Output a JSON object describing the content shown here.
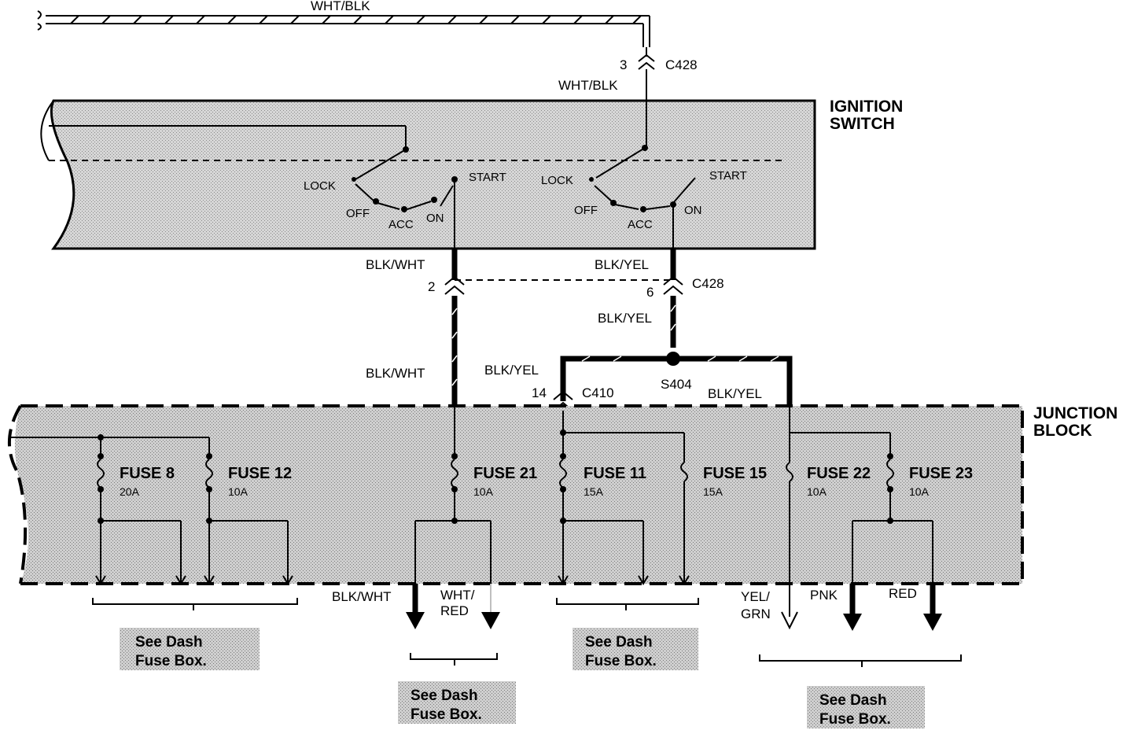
{
  "wires": {
    "top_wht_blk": "WHT/BLK",
    "c428_wht_blk": "WHT/BLK",
    "blk_wht_upper": "BLK/WHT",
    "blk_yel_upper": "BLK/YEL",
    "blk_yel_mid": "BLK/YEL",
    "blk_wht_lower": "BLK/WHT",
    "blk_yel_left": "BLK/YEL",
    "blk_yel_right": "BLK/YEL",
    "out_blk_wht": "BLK/WHT",
    "out_wht_red_1": "WHT/",
    "out_wht_red_2": "RED",
    "out_yel_grn_1": "YEL/",
    "out_yel_grn_2": "GRN",
    "out_pnk": "PNK",
    "out_red": "RED"
  },
  "connectors": {
    "c428_top": "C428",
    "c428_top_pin": "3",
    "c428_bottom": "C428",
    "c428_pin_2": "2",
    "c428_pin_6": "6",
    "c410": "C410",
    "c410_pin": "14",
    "s404": "S404"
  },
  "ignition_switch": {
    "title_1": "IGNITION",
    "title_2": "SWITCH",
    "left": {
      "lock": "LOCK",
      "off": "OFF",
      "acc": "ACC",
      "on": "ON",
      "start": "START"
    },
    "right": {
      "lock": "LOCK",
      "off": "OFF",
      "acc": "ACC",
      "on": "ON",
      "start": "START"
    }
  },
  "junction_block": {
    "title_1": "JUNCTION",
    "title_2": "BLOCK",
    "fuses": [
      {
        "name": "FUSE 8",
        "rating": "20A"
      },
      {
        "name": "FUSE 12",
        "rating": "10A"
      },
      {
        "name": "FUSE 21",
        "rating": "10A"
      },
      {
        "name": "FUSE 11",
        "rating": "15A"
      },
      {
        "name": "FUSE 15",
        "rating": "15A"
      },
      {
        "name": "FUSE 22",
        "rating": "10A"
      },
      {
        "name": "FUSE 23",
        "rating": "10A"
      }
    ]
  },
  "notes": [
    {
      "line1": "See Dash",
      "line2": "Fuse Box."
    },
    {
      "line1": "See Dash",
      "line2": "Fuse Box."
    },
    {
      "line1": "See Dash",
      "line2": "Fuse Box."
    },
    {
      "line1": "See Dash",
      "line2": "Fuse Box."
    }
  ]
}
